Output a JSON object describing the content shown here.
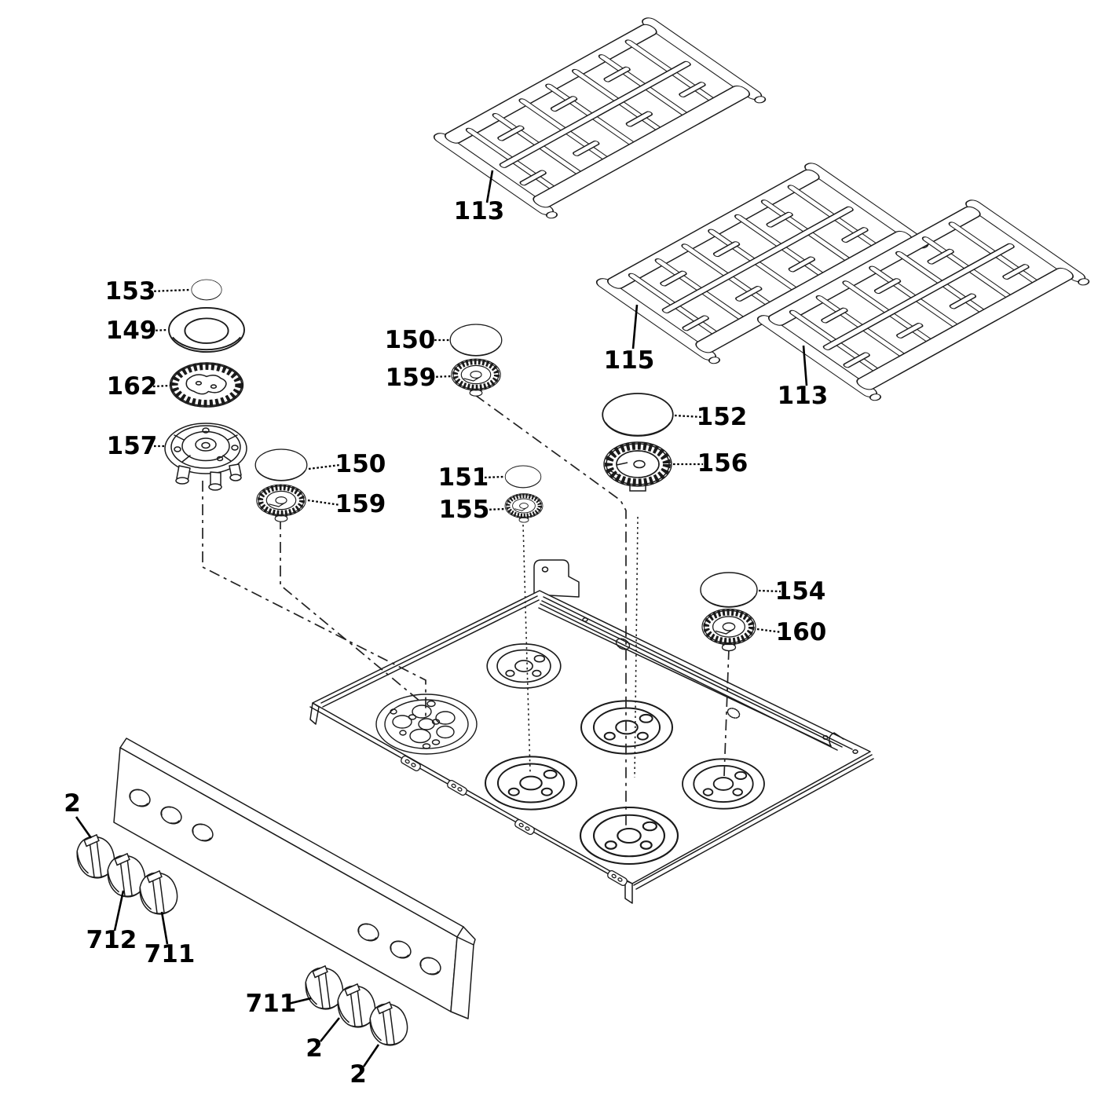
{
  "diagram": {
    "type": "exploded-parts-diagram",
    "subject": "gas range cooktop assembly",
    "colors": {
      "background": "#ffffff",
      "line": "#1a1a1a",
      "label_text": "#000000"
    },
    "components": [
      "burner-grate-top",
      "burner-grate-center",
      "burner-grate-right",
      "main-cooktop-panel",
      "six-burner-positions",
      "control-panel",
      "six-control-knobs"
    ],
    "callouts": [
      {
        "text": "113",
        "target": "grate-top"
      },
      {
        "text": "115",
        "target": "grate-center"
      },
      {
        "text": "113",
        "target": "grate-right"
      },
      {
        "text": "153",
        "target": "burner-cap-small-left-stack"
      },
      {
        "text": "149",
        "target": "burner-ring-left-stack"
      },
      {
        "text": "162",
        "target": "flame-ring-left-stack"
      },
      {
        "text": "157",
        "target": "burner-base-left-stack"
      },
      {
        "text": "150",
        "target": "burner-cap-left-pair"
      },
      {
        "text": "159",
        "target": "burner-head-left-pair"
      },
      {
        "text": "150",
        "target": "burner-cap-middle-pair"
      },
      {
        "text": "159",
        "target": "burner-head-middle-pair"
      },
      {
        "text": "151",
        "target": "burner-cap-center-small"
      },
      {
        "text": "155",
        "target": "burner-head-center-small"
      },
      {
        "text": "152",
        "target": "burner-cap-large-right"
      },
      {
        "text": "156",
        "target": "burner-head-large-right"
      },
      {
        "text": "154",
        "target": "burner-cap-right"
      },
      {
        "text": "160",
        "target": "burner-head-right"
      },
      {
        "text": "2",
        "target": "control-knob-1"
      },
      {
        "text": "712",
        "target": "control-knob-2"
      },
      {
        "text": "711",
        "target": "control-knob-3"
      },
      {
        "text": "711",
        "target": "control-knob-4"
      },
      {
        "text": "2",
        "target": "control-knob-5"
      },
      {
        "text": "2",
        "target": "control-knob-6"
      }
    ]
  }
}
